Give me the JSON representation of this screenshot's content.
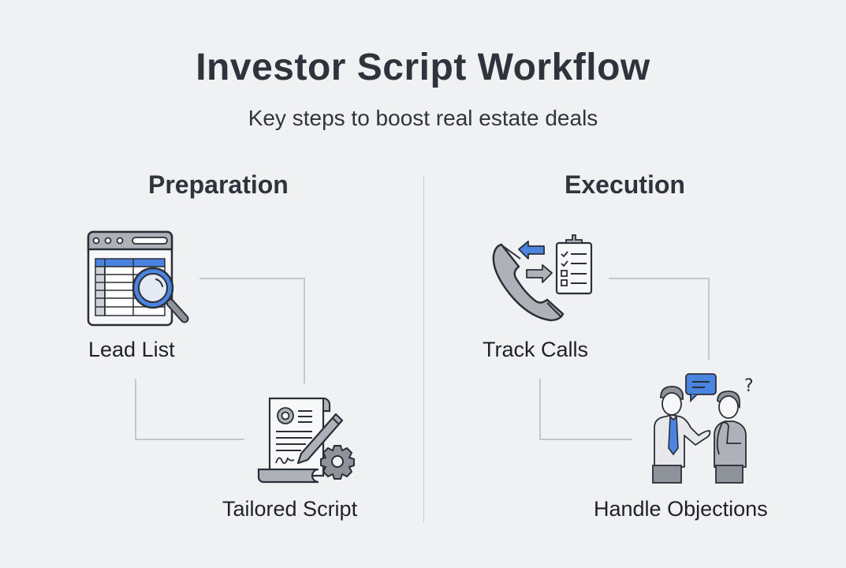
{
  "header": {
    "title": "Investor Script Workflow",
    "subtitle": "Key steps to boost real estate deals"
  },
  "sections": [
    {
      "heading": "Preparation",
      "steps": [
        {
          "label": "Lead List",
          "icon": "spreadsheet-magnifier-icon"
        },
        {
          "label": "Tailored Script",
          "icon": "script-pencil-gear-icon"
        }
      ]
    },
    {
      "heading": "Execution",
      "steps": [
        {
          "label": "Track Calls",
          "icon": "phone-checklist-icon"
        },
        {
          "label": "Handle Objections",
          "icon": "conversation-people-icon"
        }
      ]
    }
  ],
  "colors": {
    "background": "#f0f1f3",
    "text": "#2f343c",
    "accent_blue": "#4a84e0",
    "icon_gray": "#a9adb4",
    "icon_stroke": "#2b2f36",
    "connector": "#c4c7cc"
  }
}
